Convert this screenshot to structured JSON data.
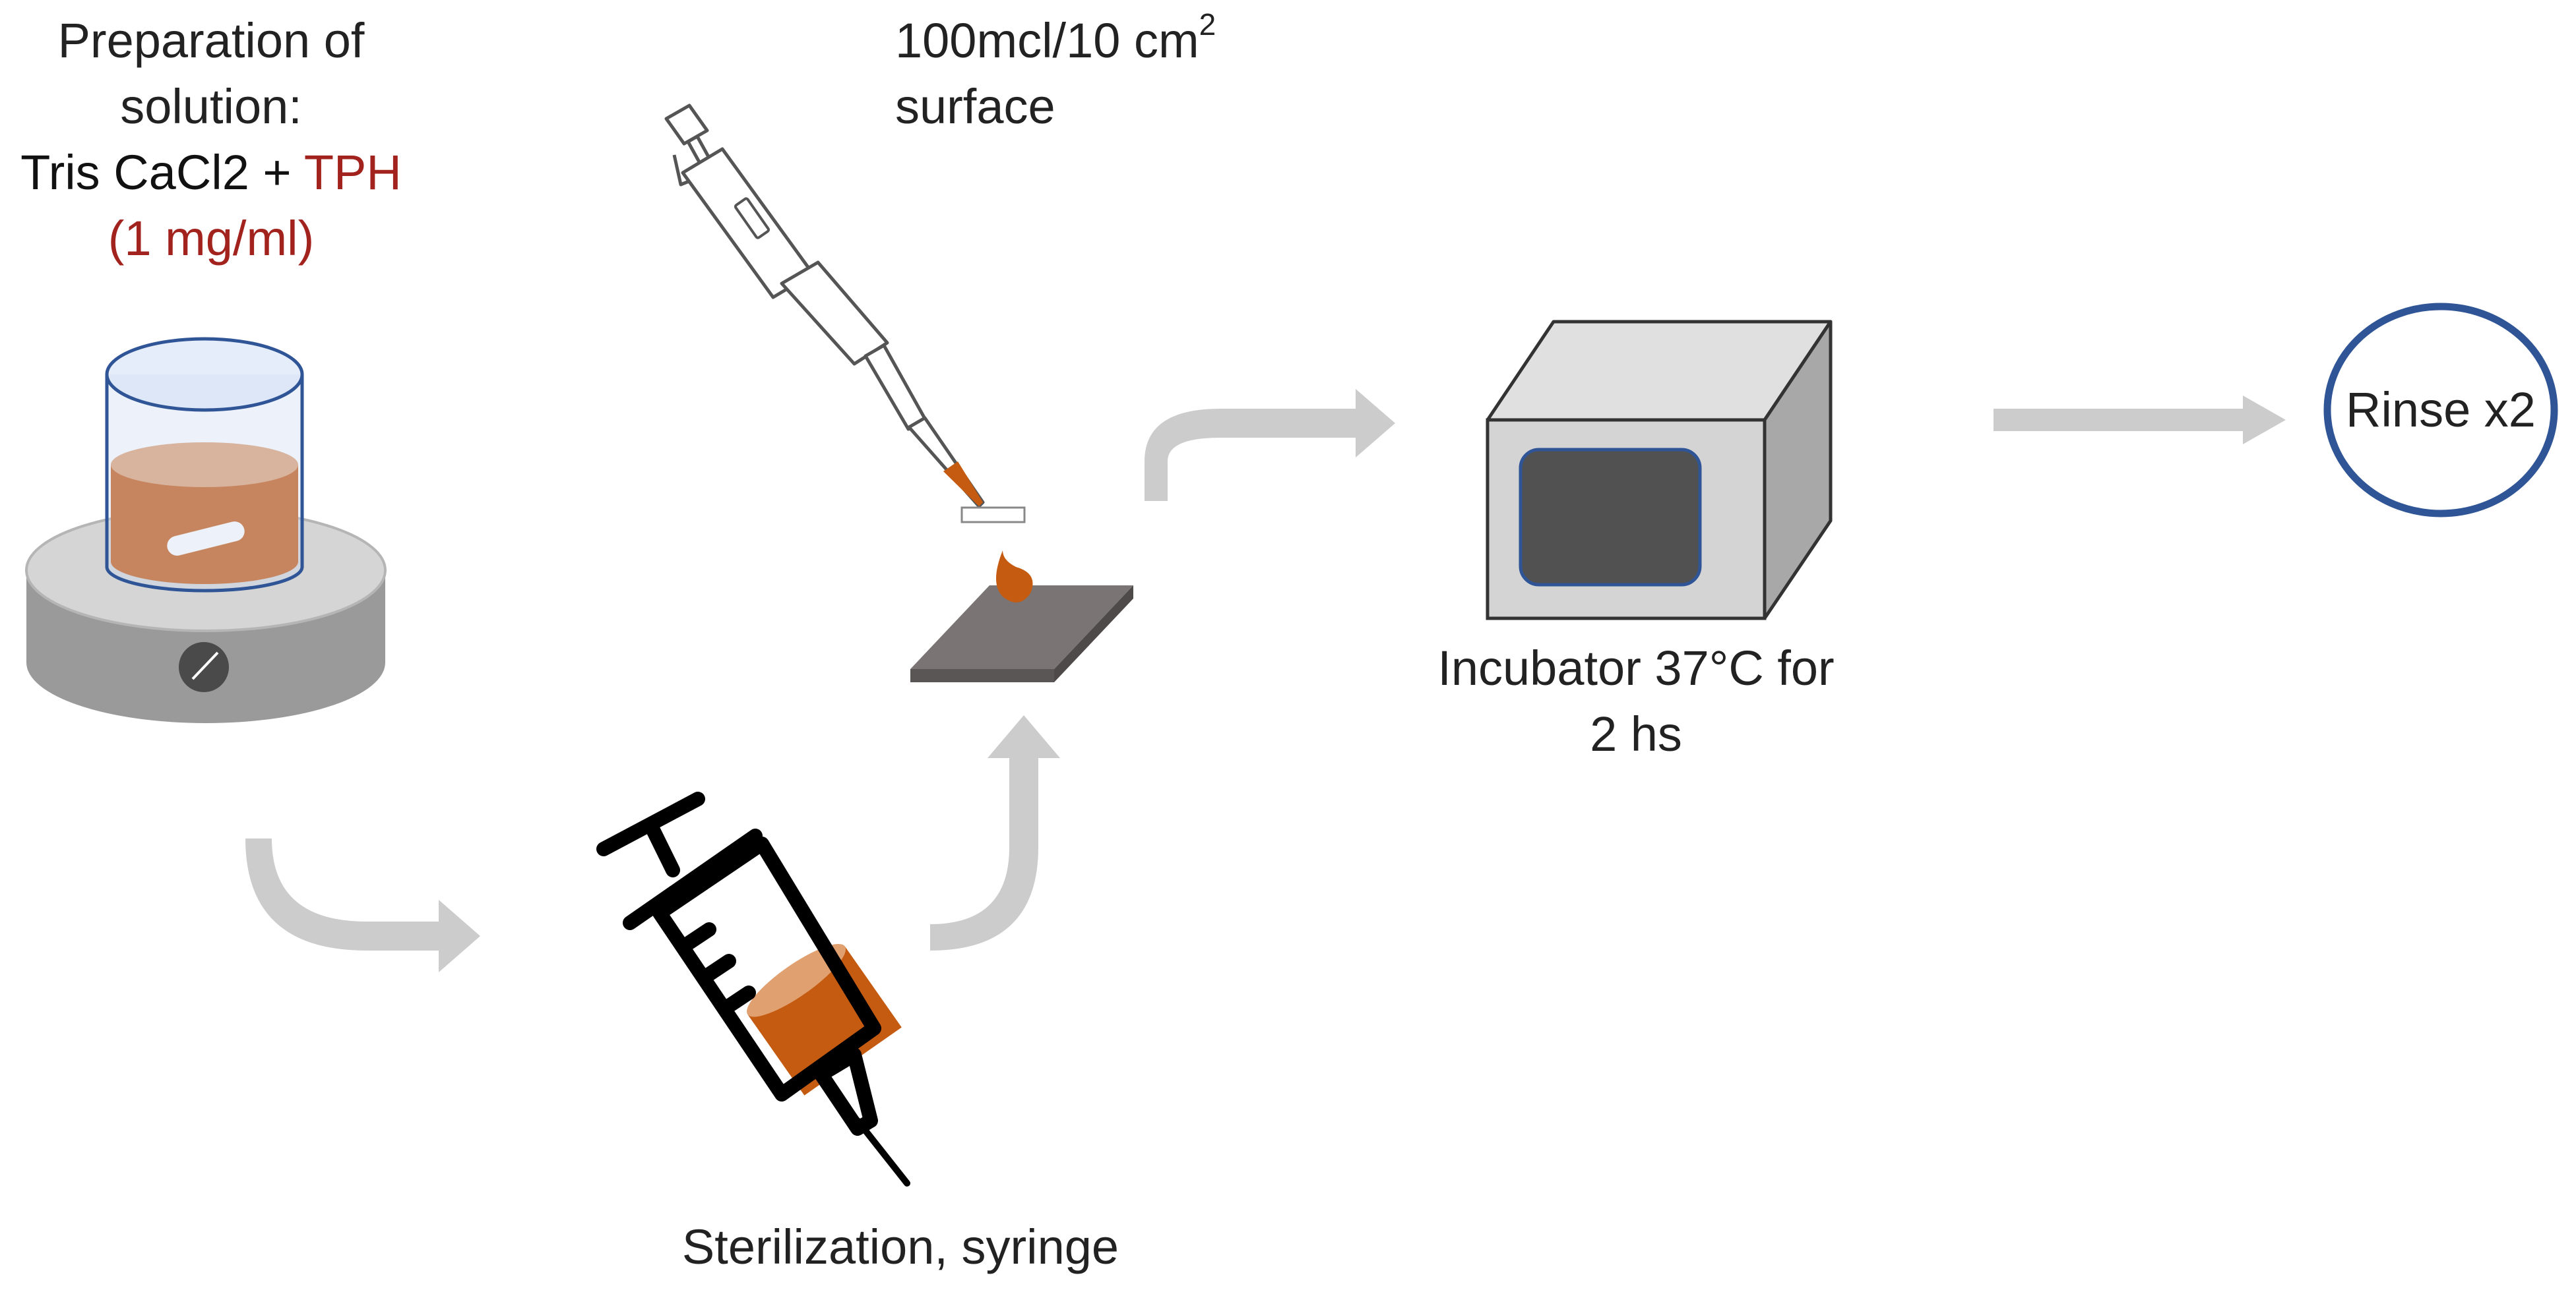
{
  "colors": {
    "solution": "#c55a11",
    "solution_light": "#e0a070",
    "highlight_text": "#a2231d",
    "arrow": "#cccccc",
    "incubator_body": "#d4d4d4",
    "incubator_side": "#a8a8a8",
    "incubator_window": "#515151",
    "circle_stroke": "#2f5597",
    "slide_top": "#7a7574",
    "slide_edge": "#5a5655"
  },
  "steps": {
    "preparation": {
      "line1": "Preparation of",
      "line2": "solution:",
      "line3_a": "Tris CaCl2 + ",
      "line3_b": "TPH",
      "line4": "(1 mg/ml)",
      "icon": "beaker-on-stirrer-icon"
    },
    "sterilization": {
      "label": "Sterilization, syringe",
      "icon": "syringe-icon"
    },
    "application": {
      "line1": "100mcl/10 cm",
      "superscript": "2",
      "line2": "surface",
      "icon": "pipette-icon"
    },
    "incubation": {
      "line1": "Incubator 37°C for",
      "line2": "2 hs",
      "icon": "incubator-icon"
    },
    "rinse": {
      "label": "Rinse x2"
    }
  }
}
